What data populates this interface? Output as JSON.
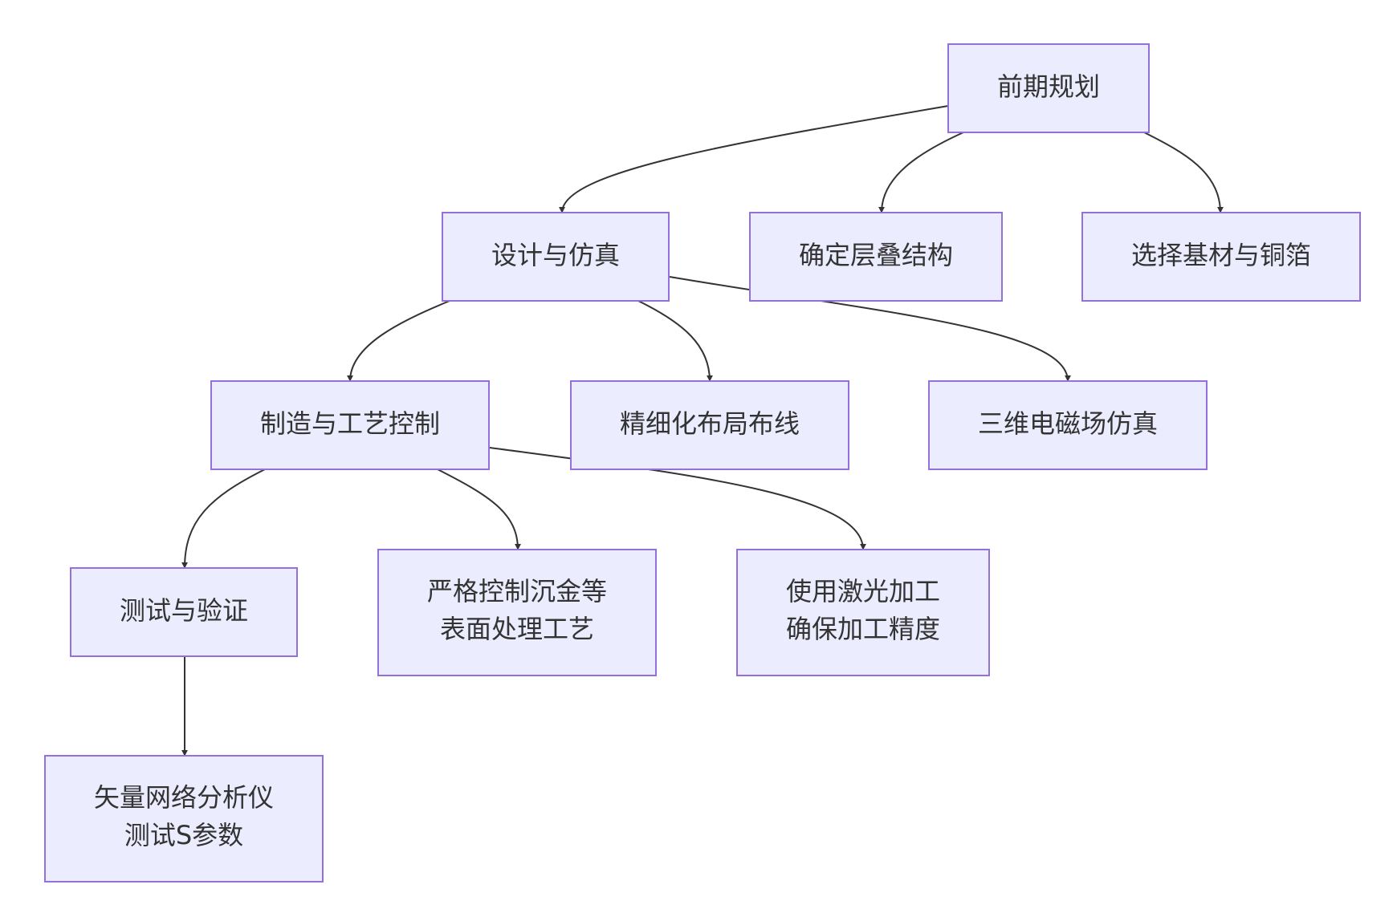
{
  "nodes": [
    {
      "id": "plan",
      "lines": [
        "前期规划"
      ]
    },
    {
      "id": "design",
      "lines": [
        "设计与仿真"
      ]
    },
    {
      "id": "stack",
      "lines": [
        "确定层叠结构"
      ]
    },
    {
      "id": "material",
      "lines": [
        "选择基材与铜箔"
      ]
    },
    {
      "id": "manufacture",
      "lines": [
        "制造与工艺控制"
      ]
    },
    {
      "id": "layout",
      "lines": [
        "精细化布局布线"
      ]
    },
    {
      "id": "em-sim",
      "lines": [
        "三维电磁场仿真"
      ]
    },
    {
      "id": "test",
      "lines": [
        "测试与验证"
      ]
    },
    {
      "id": "surface",
      "lines": [
        "严格控制沉金等",
        "表面处理工艺"
      ]
    },
    {
      "id": "laser",
      "lines": [
        "使用激光加工",
        "确保加工精度"
      ]
    },
    {
      "id": "vna",
      "lines": [
        "矢量网络分析仪",
        "测试S参数"
      ]
    }
  ],
  "edges": [
    {
      "from": "plan",
      "to": "design"
    },
    {
      "from": "plan",
      "to": "stack"
    },
    {
      "from": "plan",
      "to": "material"
    },
    {
      "from": "design",
      "to": "manufacture"
    },
    {
      "from": "design",
      "to": "layout"
    },
    {
      "from": "design",
      "to": "em-sim"
    },
    {
      "from": "manufacture",
      "to": "test"
    },
    {
      "from": "manufacture",
      "to": "surface"
    },
    {
      "from": "manufacture",
      "to": "laser"
    },
    {
      "from": "test",
      "to": "vna"
    }
  ],
  "colors": {
    "node_fill": "#ececff",
    "node_stroke": "#9370db",
    "edge": "#333333",
    "text": "#333333"
  }
}
